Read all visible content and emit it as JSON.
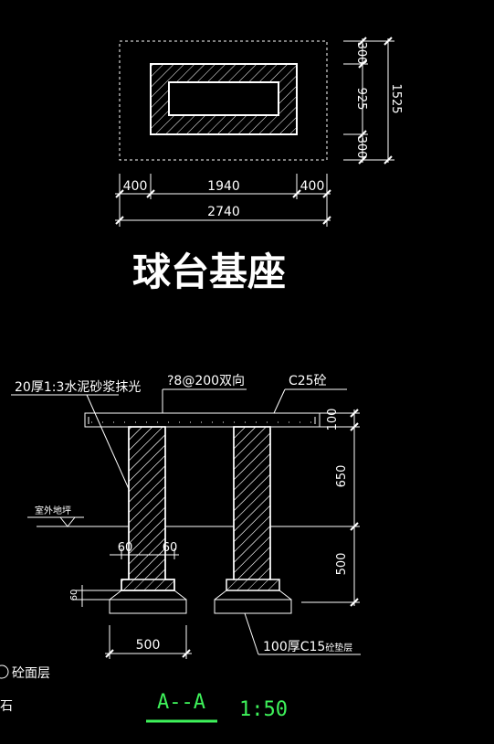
{
  "plan": {
    "dims_bottom": [
      "400",
      "1940",
      "400"
    ],
    "dim_total": "2740",
    "dims_right": [
      "300",
      "925",
      "300"
    ],
    "dim_right_total": "1525"
  },
  "title": "球台基座",
  "section": {
    "note_left": "20厚1:3水泥砂浆抹光",
    "rebar": "?8@200双向",
    "concrete": "C25砼",
    "outdoor_label": "室外地坪",
    "dims_right": [
      "100",
      "650",
      "500"
    ],
    "dim_60_a": "60",
    "dim_60_b": "60",
    "dim_60_c": "60",
    "dim_500": "500",
    "base_label": "100厚C15",
    "base_label_sub": "砼垫层",
    "name": "A--A",
    "scale": "1:50"
  },
  "legend": {
    "item1": "砼面层",
    "item2": "石"
  },
  "colors": {
    "line": "#ffffff",
    "accent": "#3ef25a",
    "background": "#000000"
  }
}
